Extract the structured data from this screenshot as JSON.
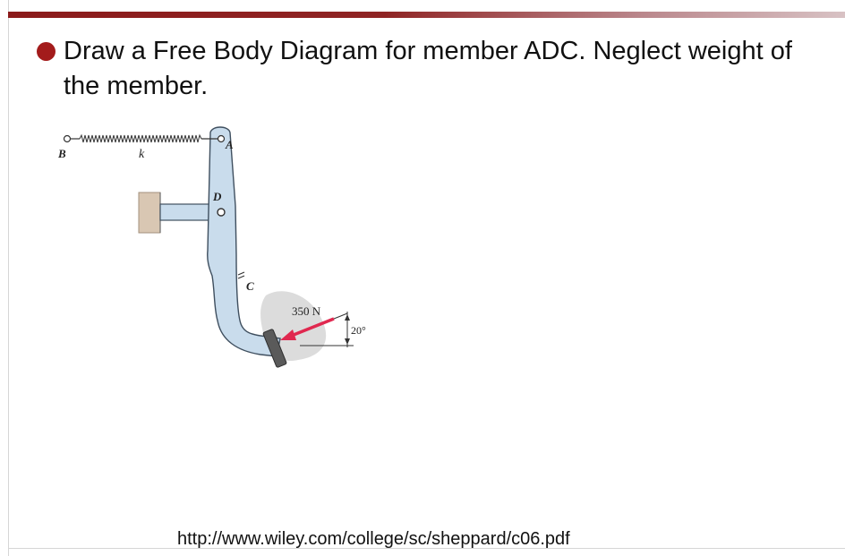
{
  "slide": {
    "bullet_text": "Draw a Free Body Diagram for member ADC. Neglect weight of the member.",
    "source_url": "http://www.wiley.com/college/sc/sheppard/c06.pdf"
  },
  "figure": {
    "labels": {
      "point_b": "B",
      "spring_k": "k",
      "point_a": "A",
      "point_d": "D",
      "point_c": "C",
      "force": "350 N",
      "angle": "20°"
    }
  },
  "colors": {
    "accent": "#8b1a1a",
    "bullet": "#a31b1b",
    "member_fill": "#c9dcec",
    "member_stroke": "#3f4f5f",
    "force_arrow": "#e0284f",
    "pedal": "#5a5a5a"
  }
}
